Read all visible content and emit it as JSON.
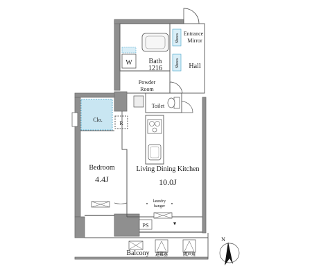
{
  "rooms": {
    "entrance": "Entrance",
    "mirror": "Mirror",
    "hall": "Hall",
    "bath": "Bath",
    "bath_size": "1216",
    "washer": "W",
    "powder_room_line1": "Powder",
    "powder_room_line2": "Room",
    "toilet": "Toilet",
    "shoes": "Shoes",
    "shoes2": "Shoes",
    "closet": "Clo.",
    "refrigerator": "R",
    "bedroom": "Bedroom",
    "bedroom_size": "4.4J",
    "ldk": "Living Dining Kitchen",
    "ldk_size": "10.0J",
    "laundry_line1": "laundry",
    "laundry_line2": "hanger",
    "ps": "PS",
    "balcony": "Balcony",
    "balcony_label_a": "避難器",
    "balcony_label_b": "隣戸境",
    "north": "N"
  },
  "colors": {
    "wall": "#8f8f8f",
    "wall_dark": "#6d6d6d",
    "closet_fill": "#c9e6f2",
    "closet_border": "#5aaed0",
    "shoes_fill": "#d9eef7",
    "line": "#555555",
    "fixture": "#777777"
  }
}
